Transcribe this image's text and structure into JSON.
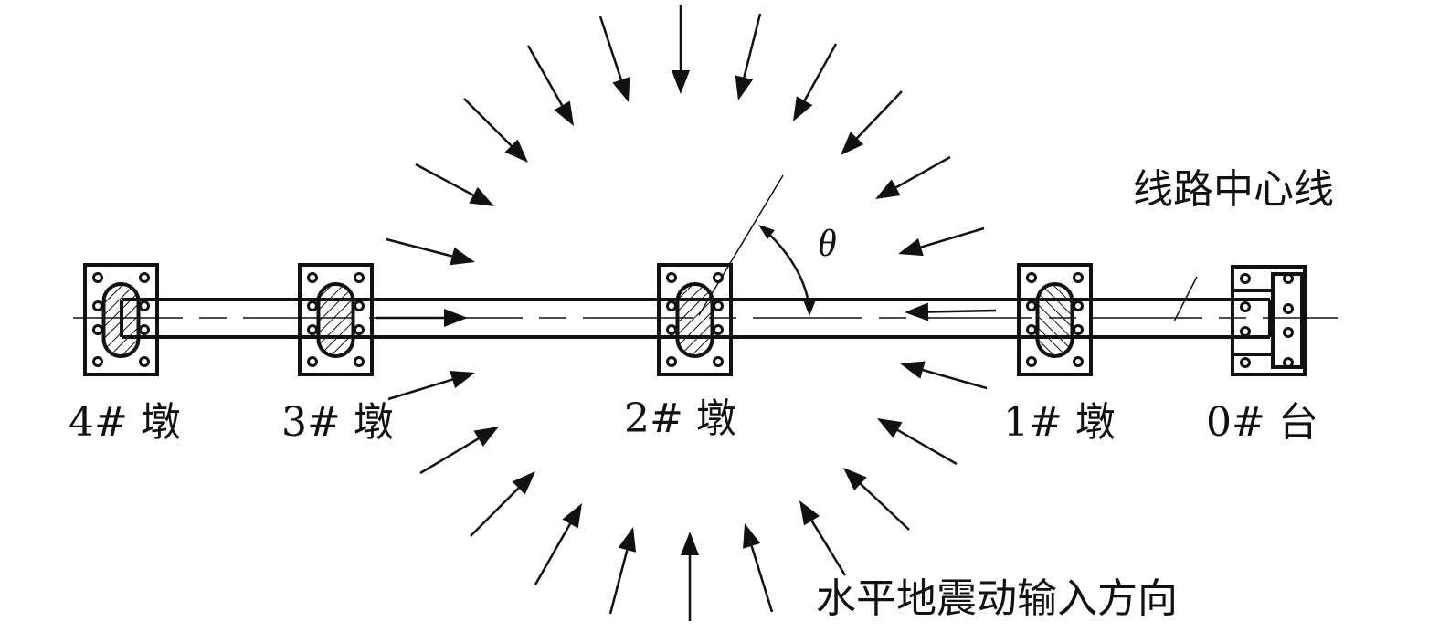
{
  "labels": {
    "pier4": "4# 墩",
    "pier3": "3# 墩",
    "pier2": "2# 墩",
    "pier1": "1# 墩",
    "abutment0": "0# 台",
    "centerline": "线路中心线",
    "input_direction": "水平地震动输入方向",
    "angle": "θ"
  },
  "colors": {
    "line": "#111111",
    "background": "#ffffff"
  }
}
